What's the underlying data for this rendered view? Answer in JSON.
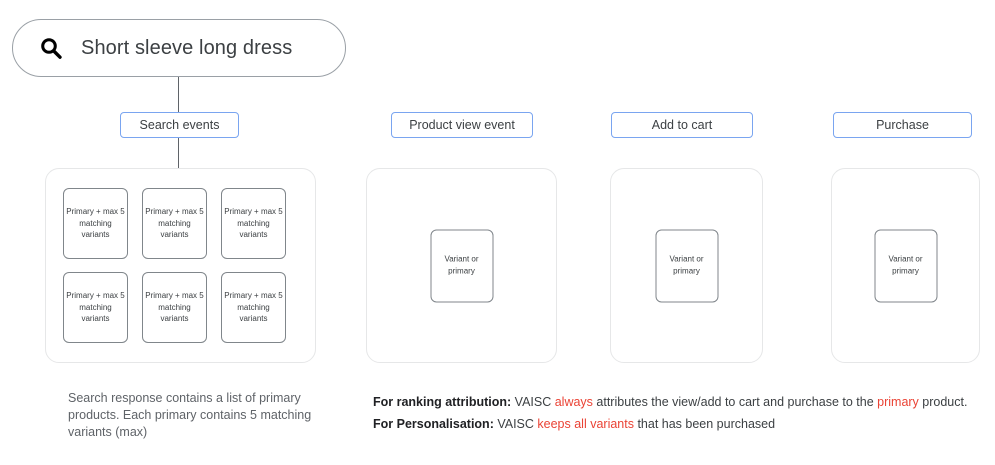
{
  "search": {
    "icon": "search-icon",
    "query": "Short sleeve long dress"
  },
  "steps": [
    {
      "id": "search-events",
      "label": "Search events"
    },
    {
      "id": "product-view-event",
      "label": "Product view event"
    },
    {
      "id": "add-to-cart",
      "label": "Add to cart"
    },
    {
      "id": "purchase",
      "label": "Purchase"
    }
  ],
  "search_panel": {
    "cards": [
      {
        "text": "Primary + max 5 matching variants"
      },
      {
        "text": "Primary + max 5 matching variants"
      },
      {
        "text": "Primary + max 5 matching variants"
      },
      {
        "text": "Primary + max 5 matching variants"
      },
      {
        "text": "Primary + max 5 matching variants"
      },
      {
        "text": "Primary + max 5 matching variants"
      }
    ]
  },
  "event_panels": [
    {
      "id": "product-view-event",
      "card_text": "Variant or primary"
    },
    {
      "id": "add-to-cart",
      "card_text": "Variant or primary"
    },
    {
      "id": "purchase",
      "card_text": "Variant or primary"
    }
  ],
  "captions": {
    "left": "Search response contains a list of primary products. Each primary contains 5 matching variants (max)",
    "right": {
      "line1": {
        "label": "For ranking attribution:",
        "part1": " VAISC ",
        "highlight1": "always",
        "part2": " attributes the view/add to cart and purchase to the ",
        "highlight2": "primary",
        "part3": " product."
      },
      "line2": {
        "label": "For Personalisation:",
        "part1": " VAISC ",
        "highlight1": "keeps all variants",
        "part2": " that has been purchased"
      }
    }
  },
  "colors": {
    "chip_border": "#7aa5f0",
    "panel_border": "#e6e7e8",
    "card_border": "#80868b",
    "highlight": "#ea4335",
    "text": "#3c4043",
    "muted_text": "#5f6368"
  }
}
